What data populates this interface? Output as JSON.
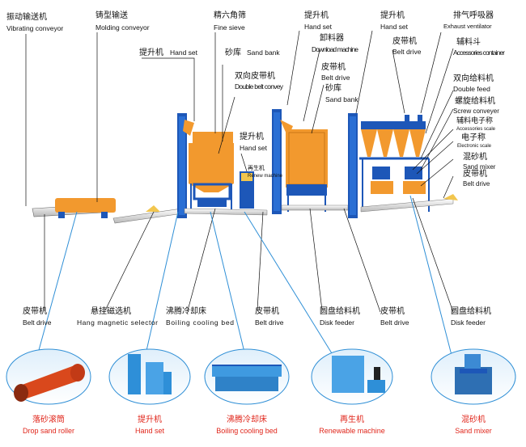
{
  "top_labels": [
    {
      "id": "vibrating-conveyor",
      "cn": "振动输送机",
      "en": "Vibrating conveyor"
    },
    {
      "id": "molding-conveyor",
      "cn": "铸型输送",
      "en": "Molding conveyor"
    },
    {
      "id": "fine-sieve",
      "cn": "精六角筛",
      "en": "Fine sieve"
    },
    {
      "id": "hand-set-1",
      "cn": "提升机",
      "en": "Hand set"
    },
    {
      "id": "sand-bank-1",
      "cn": "砂库",
      "en": "Sand bank"
    },
    {
      "id": "double-belt-convey",
      "cn": "双向皮带机",
      "en": "Double belt convey"
    },
    {
      "id": "hand-set-2",
      "cn": "提升机",
      "en": "Hand set"
    },
    {
      "id": "renew-machine",
      "cn": "再生机",
      "en": "Renew machine"
    },
    {
      "id": "hand-set-3",
      "cn": "提升机",
      "en": "Hand set"
    },
    {
      "id": "download-machine",
      "cn": "卸料器",
      "en": "Download machine"
    },
    {
      "id": "belt-drive-top-1",
      "cn": "皮带机",
      "en": "Belt drive"
    },
    {
      "id": "sand-bank-2",
      "cn": "砂库",
      "en": "Sand bank"
    },
    {
      "id": "hand-set-4",
      "cn": "提升机",
      "en": "Hand set"
    },
    {
      "id": "belt-drive-top-2",
      "cn": "皮带机",
      "en": "Belt drive"
    },
    {
      "id": "exhaust-ventilator",
      "cn": "排气呼吸器",
      "en": "Exhaust ventilator"
    },
    {
      "id": "accessories-container",
      "cn": "辅料斗",
      "en": "Accessories container"
    },
    {
      "id": "double-feed",
      "cn": "双向给料机",
      "en": "Double feed"
    },
    {
      "id": "screw-conveyer",
      "cn": "螺旋给料机",
      "en": "Screw conveyer"
    },
    {
      "id": "accessories-scale",
      "cn": "辅料电子称",
      "en": "Accessories scale"
    },
    {
      "id": "electronic-scale",
      "cn": "电子称",
      "en": "Electronic scale"
    },
    {
      "id": "sand-mixer-top",
      "cn": "混砂机",
      "en": "Sand mixer"
    },
    {
      "id": "belt-drive-top-3",
      "cn": "皮带机",
      "en": "Belt drive"
    }
  ],
  "bottom_labels": [
    {
      "id": "belt-drive-b1",
      "cn": "皮带机",
      "en": "Belt drive"
    },
    {
      "id": "hang-magnetic-selector",
      "cn": "悬挂磁选机",
      "en": "Hang magnetic selector"
    },
    {
      "id": "boiling-cooling-bed",
      "cn": "沸腾冷却床",
      "en": "Boiling cooling bed"
    },
    {
      "id": "belt-drive-b2",
      "cn": "皮带机",
      "en": "Belt drive"
    },
    {
      "id": "disk-feeder-1",
      "cn": "圆盘给料机",
      "en": "Disk feeder"
    },
    {
      "id": "belt-drive-b3",
      "cn": "皮带机",
      "en": "Belt drive"
    },
    {
      "id": "disk-feeder-2",
      "cn": "圆盘给料机",
      "en": "Disk feeder"
    }
  ],
  "photos": [
    {
      "id": "drop-sand-roller",
      "cn": "落砂滚筒",
      "en": "Drop sand roller"
    },
    {
      "id": "hand-set-photo",
      "cn": "提升机",
      "en": "Hand set"
    },
    {
      "id": "boiling-cooling-bed-photo",
      "cn": "沸腾冷却床",
      "en": "Boiling cooling bed"
    },
    {
      "id": "renewable-machine",
      "cn": "再生机",
      "en": "Renewable machine"
    },
    {
      "id": "sand-mixer-photo",
      "cn": "混砂机",
      "en": "Sand mixer"
    }
  ],
  "colors": {
    "equipment": "#1d57b8",
    "hopper": "#f2992e",
    "callout": "#2f8fd6",
    "photo_caption": "#e0261b",
    "belt": "#e4e4e4"
  }
}
